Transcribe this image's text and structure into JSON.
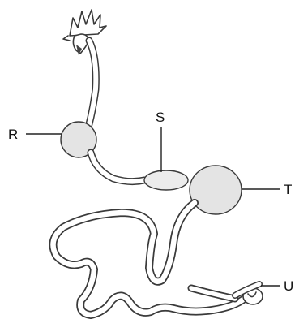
{
  "labels": {
    "r": "R",
    "s": "S",
    "t": "T",
    "u": "U"
  },
  "icons": {
    "head": "bird-head-icon"
  }
}
